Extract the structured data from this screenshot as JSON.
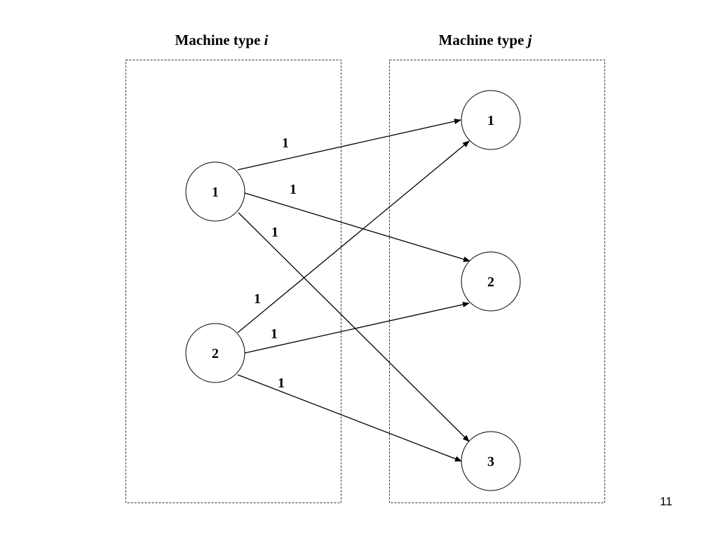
{
  "slide": {
    "page_number": "11"
  },
  "columns": {
    "left": {
      "title_prefix": "Machine type",
      "title_var": "i"
    },
    "right": {
      "title_prefix": "Machine type",
      "title_var": "j"
    }
  },
  "left_nodes": [
    {
      "label": "1"
    },
    {
      "label": "2"
    }
  ],
  "right_nodes": [
    {
      "label": "1"
    },
    {
      "label": "2"
    },
    {
      "label": "3"
    }
  ],
  "edges": [
    {
      "from": "i1",
      "to": "j1",
      "weight": "1"
    },
    {
      "from": "i1",
      "to": "j2",
      "weight": "1"
    },
    {
      "from": "i1",
      "to": "j3",
      "weight": "1"
    },
    {
      "from": "i2",
      "to": "j1",
      "weight": "1"
    },
    {
      "from": "i2",
      "to": "j2",
      "weight": "1"
    },
    {
      "from": "i2",
      "to": "j3",
      "weight": "1"
    }
  ]
}
